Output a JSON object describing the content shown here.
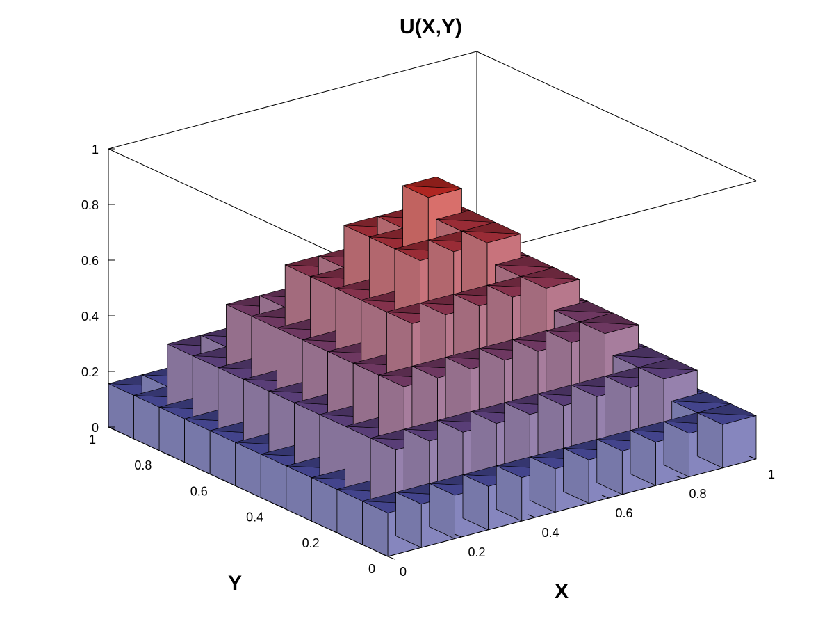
{
  "chart_data": {
    "type": "bar3d",
    "title": "U(X,Y)",
    "xlabel": "X",
    "ylabel": "Y",
    "zlabel": "",
    "xlim": [
      0,
      1
    ],
    "ylim": [
      0,
      1
    ],
    "zlim": [
      0,
      1
    ],
    "grid": false,
    "box": true,
    "colormap": {
      "low": "#3a5fd0",
      "high": "#e0302a",
      "top_shade": "dark"
    },
    "x_ticks": [
      {
        "v": 0,
        "label": "0"
      },
      {
        "v": 0.2,
        "label": "0.2"
      },
      {
        "v": 0.4,
        "label": "0.4"
      },
      {
        "v": 0.6,
        "label": "0.6"
      },
      {
        "v": 0.8,
        "label": "0.8"
      },
      {
        "v": 1,
        "label": "1"
      }
    ],
    "y_ticks": [
      {
        "v": 0,
        "label": "0"
      },
      {
        "v": 0.2,
        "label": "0.2"
      },
      {
        "v": 0.4,
        "label": "0.4"
      },
      {
        "v": 0.6,
        "label": "0.6"
      },
      {
        "v": 0.8,
        "label": "0.8"
      },
      {
        "v": 1,
        "label": "1"
      }
    ],
    "z_ticks": [
      {
        "v": 0,
        "label": "0"
      },
      {
        "v": 0.2,
        "label": "0.2"
      },
      {
        "v": 0.4,
        "label": "0.4"
      },
      {
        "v": 0.6,
        "label": "0.6"
      },
      {
        "v": 0.8,
        "label": "0.8"
      },
      {
        "v": 1,
        "label": "1"
      }
    ],
    "grid_x": [
      0,
      0.0909,
      0.1818,
      0.2727,
      0.3636,
      0.4545,
      0.5455,
      0.6364,
      0.7273,
      0.8182,
      0.9091,
      1
    ],
    "grid_y": [
      0,
      0.0909,
      0.1818,
      0.2727,
      0.3636,
      0.4545,
      0.5455,
      0.6364,
      0.7273,
      0.8182,
      0.9091,
      1
    ],
    "u_max": 0.92,
    "u_formula": "u_max * min(i, j, n-i, n-j) * 2 / n  on an n = 11 grid (pyramid)"
  }
}
